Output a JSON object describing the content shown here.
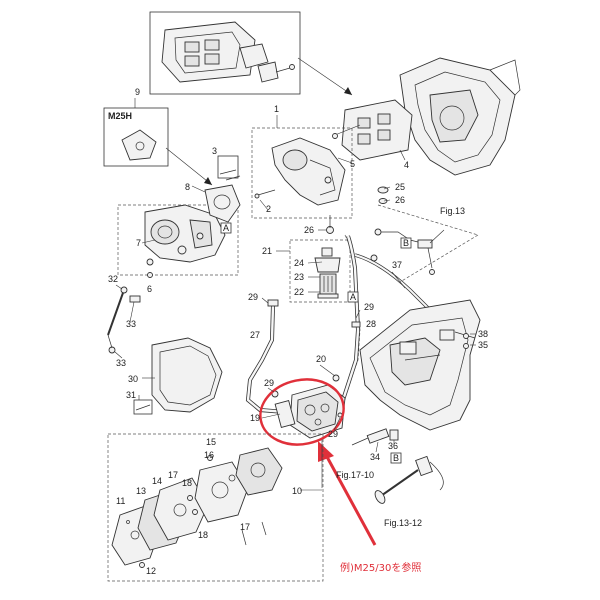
{
  "model_tag": "M25H",
  "part_numbers": [
    "1",
    "2",
    "3",
    "4",
    "5",
    "6",
    "7",
    "8",
    "9",
    "10",
    "11",
    "12",
    "13",
    "14",
    "15",
    "16",
    "17",
    "18",
    "19",
    "20",
    "21",
    "22",
    "23",
    "24",
    "25",
    "26",
    "27",
    "28",
    "29",
    "30",
    "31",
    "32",
    "33",
    "34",
    "35",
    "36",
    "37",
    "38"
  ],
  "refs": {
    "fig_13": "Fig.13",
    "fig_13_12": "Fig.13-12",
    "fig_17_10": "Fig.17-10"
  },
  "connectors": {
    "a": "A",
    "b": "B"
  },
  "note": "例)M25/30を参照",
  "colors": {
    "highlight": "#e0303a",
    "line": "#333333"
  },
  "highlight": {
    "shape": "ellipse",
    "target": "fuel pump"
  }
}
